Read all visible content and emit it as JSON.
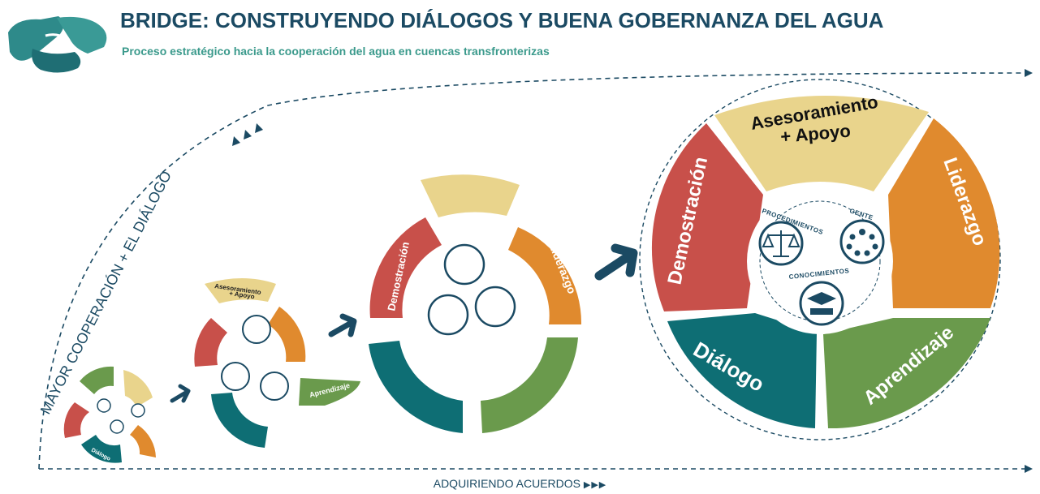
{
  "header": {
    "title": "BRIDGE: CONSTRUYENDO DIÁLOGOS Y BUENA GOBERNANZA DEL AGUA",
    "subtitle": "Proceso estratégico hacia la cooperación del agua en cuencas transfronterizas"
  },
  "axes": {
    "vertical_label": "MAYOR COOPERACIÓN + EL DIÁLOGO",
    "horizontal_label": "ADQUIRIENDO ACUERDOS"
  },
  "puzzle_pieces": {
    "asesoramiento_line1": "Asesoramiento",
    "asesoramiento_line2": "+ Apoyo",
    "liderazgo": "Liderazgo",
    "aprendizaje": "Aprendizaje",
    "dialogo": "Diálogo",
    "demostracion": "Demostración"
  },
  "core_labels": {
    "procedimientos": "PROCEDIMIENTOS",
    "gente": "GENTE",
    "conocimientos": "CONOCIMIENTOS"
  },
  "colors": {
    "title": "#1b4a63",
    "subtitle": "#3b9a8c",
    "asesoramiento": "#e9d48c",
    "liderazgo": "#e08a2e",
    "aprendizaje": "#6a9a4c",
    "dialogo": "#0e6e74",
    "demostracion": "#c8504a",
    "navy": "#1b4a63"
  }
}
